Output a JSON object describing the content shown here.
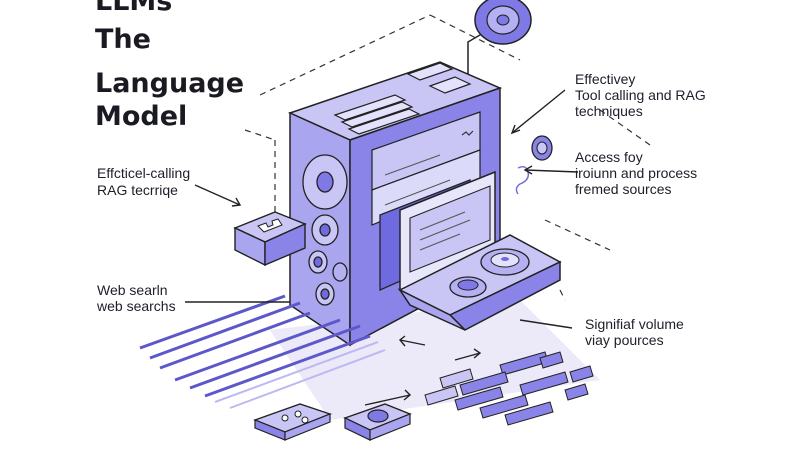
{
  "title": {
    "lines": [
      "LLMs",
      "The",
      "Language",
      "Model"
    ]
  },
  "callouts": {
    "top_right": {
      "line1": "Effectivey",
      "line2": "Tool calling and RAG",
      "line3": "techniques"
    },
    "mid_right": {
      "line1": "Access foy",
      "line2": "iroiunn and process",
      "line3": "fremed sources"
    },
    "left_mid": {
      "line1": "Effcticel-calling",
      "line2": "RAG tecrriqe"
    },
    "left_low": {
      "line1": "Web searln",
      "line2": "web searchs"
    },
    "bottom_right": {
      "line1": "Signifiaf volume",
      "line2": "viay pources"
    }
  },
  "colors": {
    "accent": "#6f6ae0",
    "panel_light": "#c9c6f5",
    "panel_mid": "#a9a4ee",
    "panel_dark": "#7f79e6",
    "ink": "#1e1e2a"
  },
  "icons": [
    "server-icon",
    "disc-icon",
    "puzzle-icon",
    "sliders-icon",
    "coin-icon",
    "data-lines-icon"
  ]
}
